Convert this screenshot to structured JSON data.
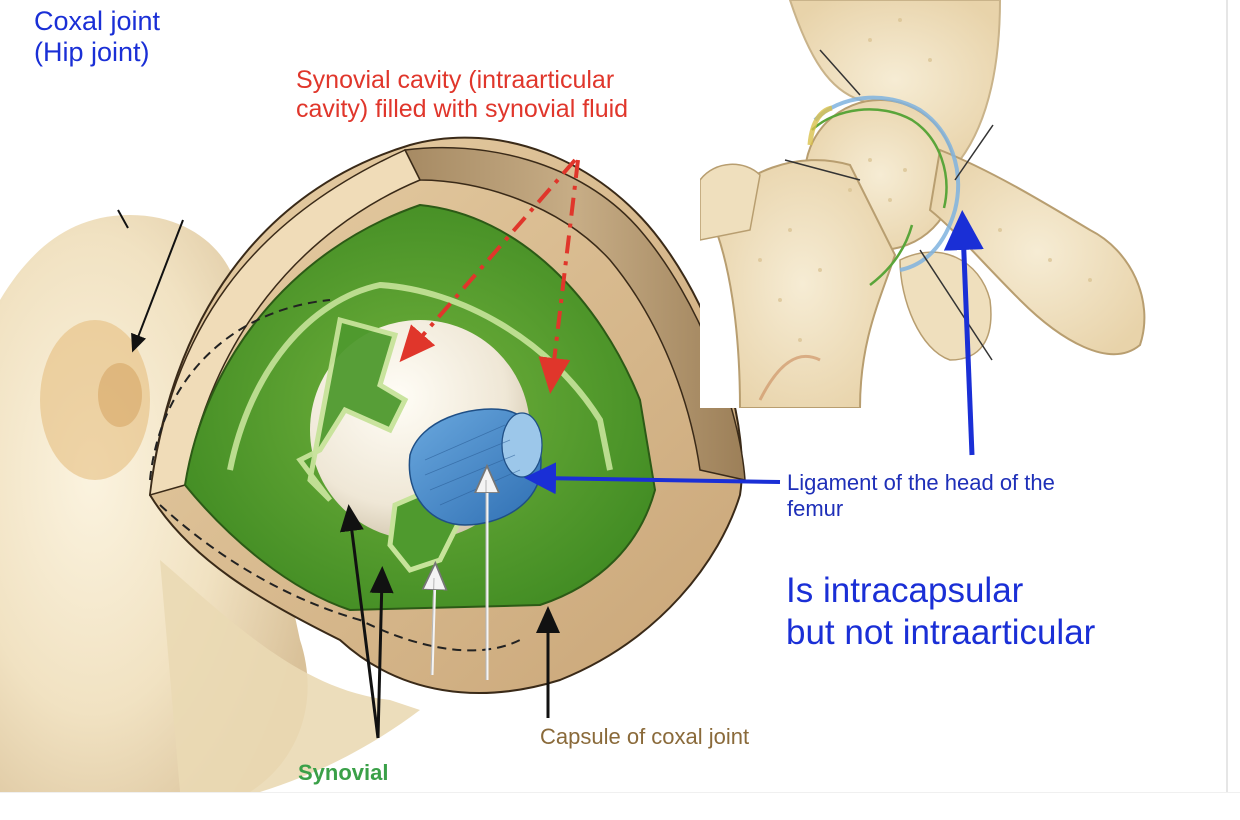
{
  "title": {
    "line1": "Coxal joint",
    "line2": "(Hip joint)"
  },
  "labels": {
    "cavity_line1": "Synovial cavity (intraarticular",
    "cavity_line2": "cavity) filled with synovial fluid",
    "ligament_line1": "Ligament of the head of the",
    "ligament_line2": "femur",
    "intracapsular_line1": "Is intracapsular",
    "intracapsular_line2": "but not intraarticular",
    "capsule": "Capsule of coxal joint",
    "synovial": "Synovial"
  },
  "colors": {
    "title_blue": "#1a2fd6",
    "cavity_red": "#e0362b",
    "ligament_blue": "#1e2fb8",
    "capsule_brown": "#8a6a3a",
    "synovial_green": "#3aa048",
    "membrane_green": "#4f9a2e",
    "ligament_fill": "#4a8fd0",
    "capsule_tan": "#d9b98c",
    "bone": "#f2e6c9"
  }
}
